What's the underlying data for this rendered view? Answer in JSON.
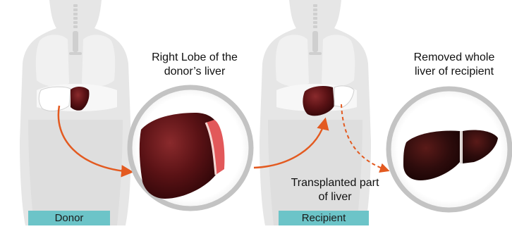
{
  "title": "",
  "labels": {
    "donor_liver": [
      "Right Lobe of the",
      "donor’s liver"
    ],
    "recipient_removed": [
      "Removed whole",
      "liver of recipient"
    ],
    "transplanted": [
      "Transplanted part",
      "of liver"
    ]
  },
  "captions": {
    "donor": "Donor",
    "recipient": "Recipient"
  },
  "colors": {
    "body": "#e6e6e6",
    "torso_shadow": "#d5d5d5",
    "lung": "#f1f1f1",
    "liver": "#5a1215",
    "liver_removed": "#2e0c0c",
    "cut_surface": "#e2585a",
    "arrow": "#e35a20",
    "circle_ring": "#c3c3c3",
    "caption_bg": "#6cc4c8"
  },
  "icons": [
    "human-torso-icon",
    "liver-icon",
    "magnifier-circle-icon",
    "curved-arrow-icon"
  ]
}
